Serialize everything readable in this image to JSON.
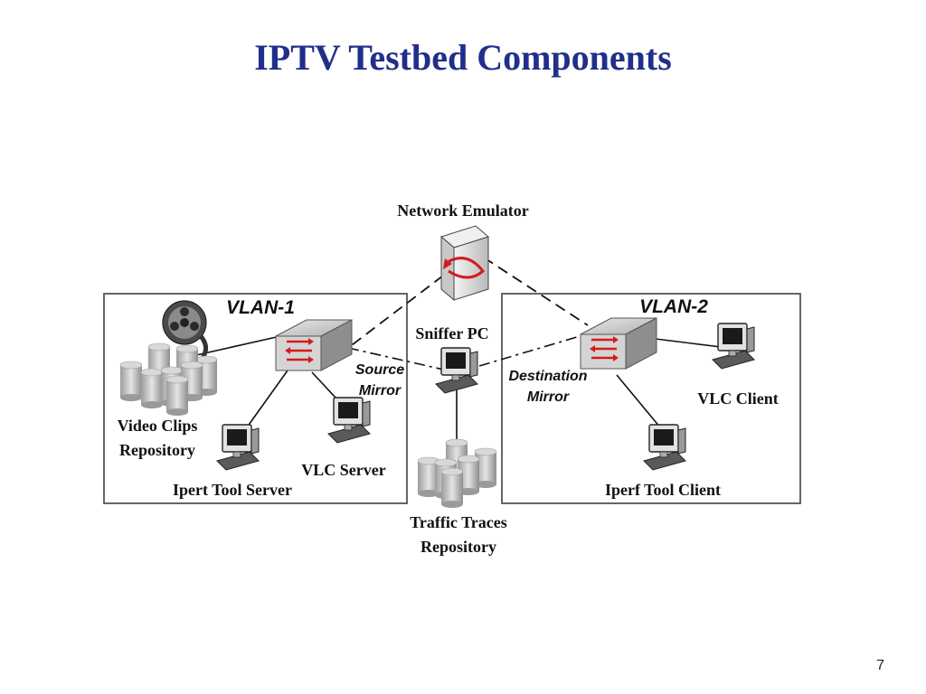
{
  "slide": {
    "title": "IPTV Testbed Components",
    "page_number": "7"
  },
  "diagram": {
    "network_emulator": "Network Emulator",
    "vlan1": "VLAN-1",
    "vlan2": "VLAN-2",
    "sniffer_pc": "Sniffer PC",
    "source_mirror": [
      "Source",
      "Mirror"
    ],
    "destination_mirror": [
      "Destination",
      "Mirror"
    ],
    "video_clips_repository": [
      "Video Clips",
      "Repository"
    ],
    "ipert_tool_server": "Ipert Tool Server",
    "vlc_server": "VLC Server",
    "vlc_client": "VLC Client",
    "iperf_tool_client": "Iperf Tool Client",
    "traffic_traces_repository": [
      "Traffic Traces",
      "Repository"
    ]
  }
}
